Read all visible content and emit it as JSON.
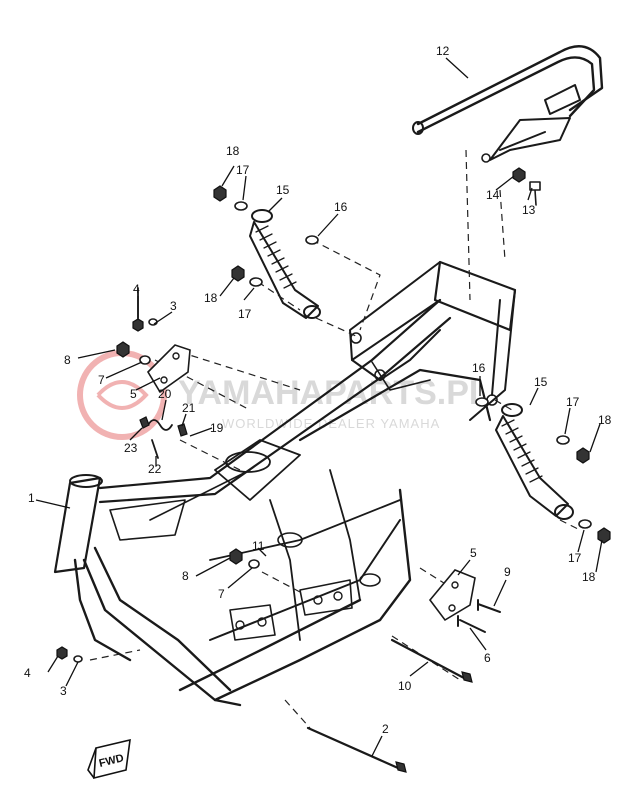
{
  "watermark": {
    "brand": "YAMAHAPARTS.PL",
    "tagline": "WORLDWIDE DEALER YAMAHA",
    "logo_color": "#e57373"
  },
  "direction_label": "FWD",
  "callouts": [
    "1",
    "2",
    "3",
    "4",
    "5",
    "6",
    "7",
    "8",
    "9",
    "10",
    "11",
    "12",
    "13",
    "14",
    "15",
    "16",
    "17",
    "18",
    "19",
    "20",
    "21",
    "22",
    "23"
  ],
  "labels": {
    "n1": "1",
    "n2": "2",
    "n3a": "3",
    "n3b": "3",
    "n4a": "4",
    "n4b": "4",
    "n5a": "5",
    "n5b": "5",
    "n6": "6",
    "n7a": "7",
    "n7b": "7",
    "n8a": "8",
    "n8b": "8",
    "n9": "9",
    "n10": "10",
    "n11": "11",
    "n12": "12",
    "n13": "13",
    "n14": "14",
    "n15a": "15",
    "n15b": "15",
    "n16a": "16",
    "n16b": "16",
    "n17a": "17",
    "n17b": "17",
    "n17c": "17",
    "n17d": "17",
    "n18a": "18",
    "n18b": "18",
    "n18c": "18",
    "n18d": "18",
    "n19": "19",
    "n20": "20",
    "n21": "21",
    "n22": "22",
    "n23": "23"
  }
}
